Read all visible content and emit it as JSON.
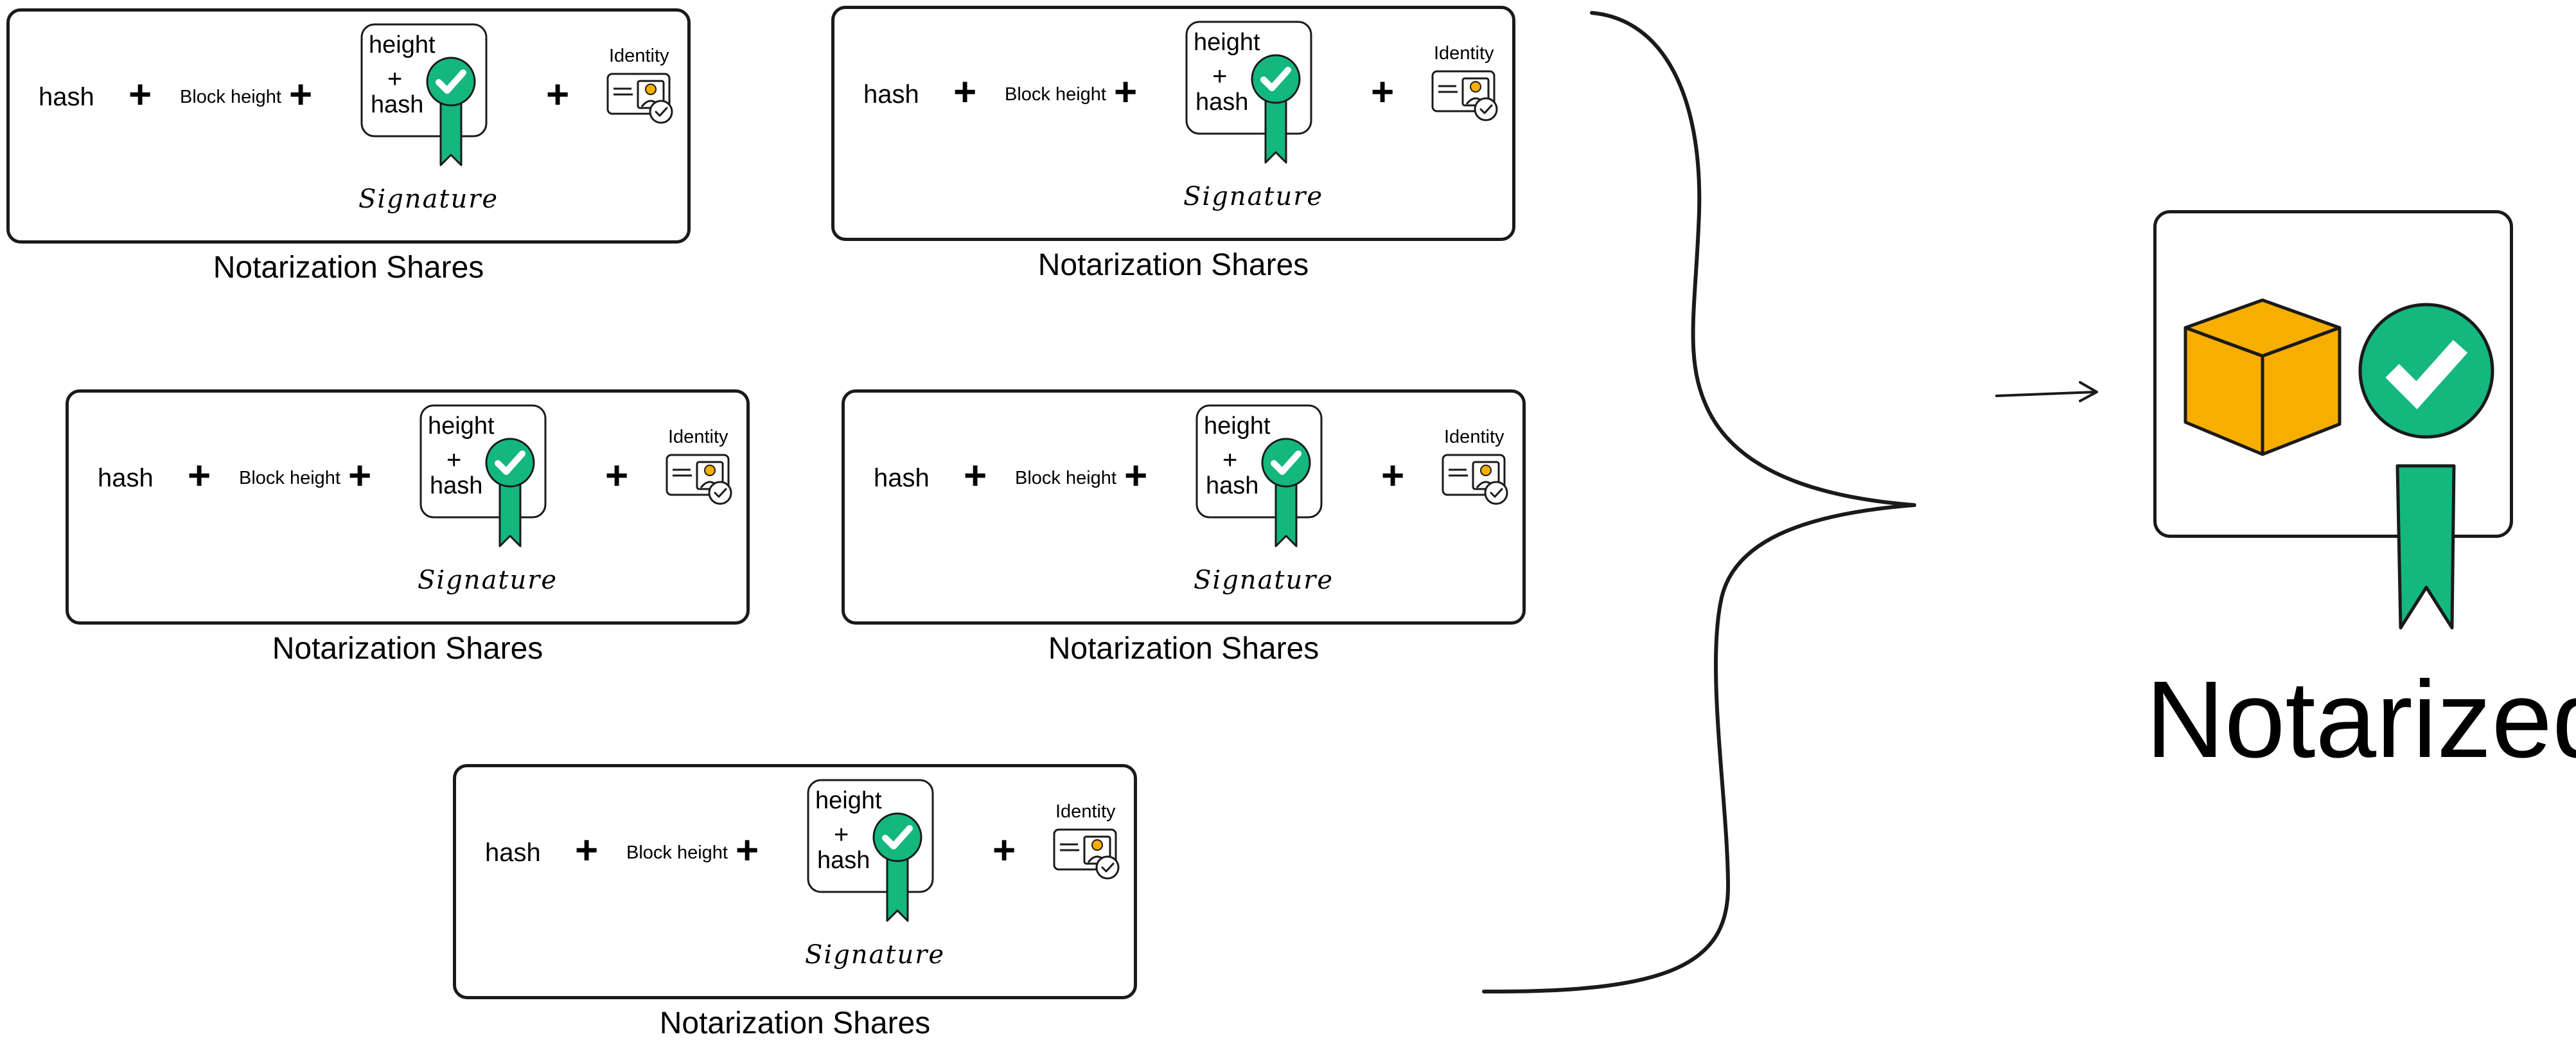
{
  "share_cards": [
    {
      "hash_label": "hash",
      "plus": "+",
      "block_height_label": "Block height",
      "signature_contents": {
        "height": "height",
        "plus": "+",
        "hash": "hash"
      },
      "signature_label": "Signature",
      "identity_label": "Identity",
      "caption": "Notarization Shares"
    },
    {
      "hash_label": "hash",
      "plus": "+",
      "block_height_label": "Block height",
      "signature_contents": {
        "height": "height",
        "plus": "+",
        "hash": "hash"
      },
      "signature_label": "Signature",
      "identity_label": "Identity",
      "caption": "Notarization Shares"
    },
    {
      "hash_label": "hash",
      "plus": "+",
      "block_height_label": "Block height",
      "signature_contents": {
        "height": "height",
        "plus": "+",
        "hash": "hash"
      },
      "signature_label": "Signature",
      "identity_label": "Identity",
      "caption": "Notarization Shares"
    },
    {
      "hash_label": "hash",
      "plus": "+",
      "block_height_label": "Block height",
      "signature_contents": {
        "height": "height",
        "plus": "+",
        "hash": "hash"
      },
      "signature_label": "Signature",
      "identity_label": "Identity",
      "caption": "Notarization Shares"
    },
    {
      "hash_label": "hash",
      "plus": "+",
      "block_height_label": "Block height",
      "signature_contents": {
        "height": "height",
        "plus": "+",
        "hash": "hash"
      },
      "signature_label": "Signature",
      "identity_label": "Identity",
      "caption": "Notarization Shares"
    }
  ],
  "result": {
    "label": "Notarized",
    "icons": [
      "block-cube-icon",
      "checkmark-badge-icon",
      "ribbon-icon"
    ]
  },
  "colors": {
    "seal_green": "#14b77e",
    "block_orange": "#f6ae00",
    "stroke": "#1a1a1a",
    "background": "#ffffff"
  }
}
